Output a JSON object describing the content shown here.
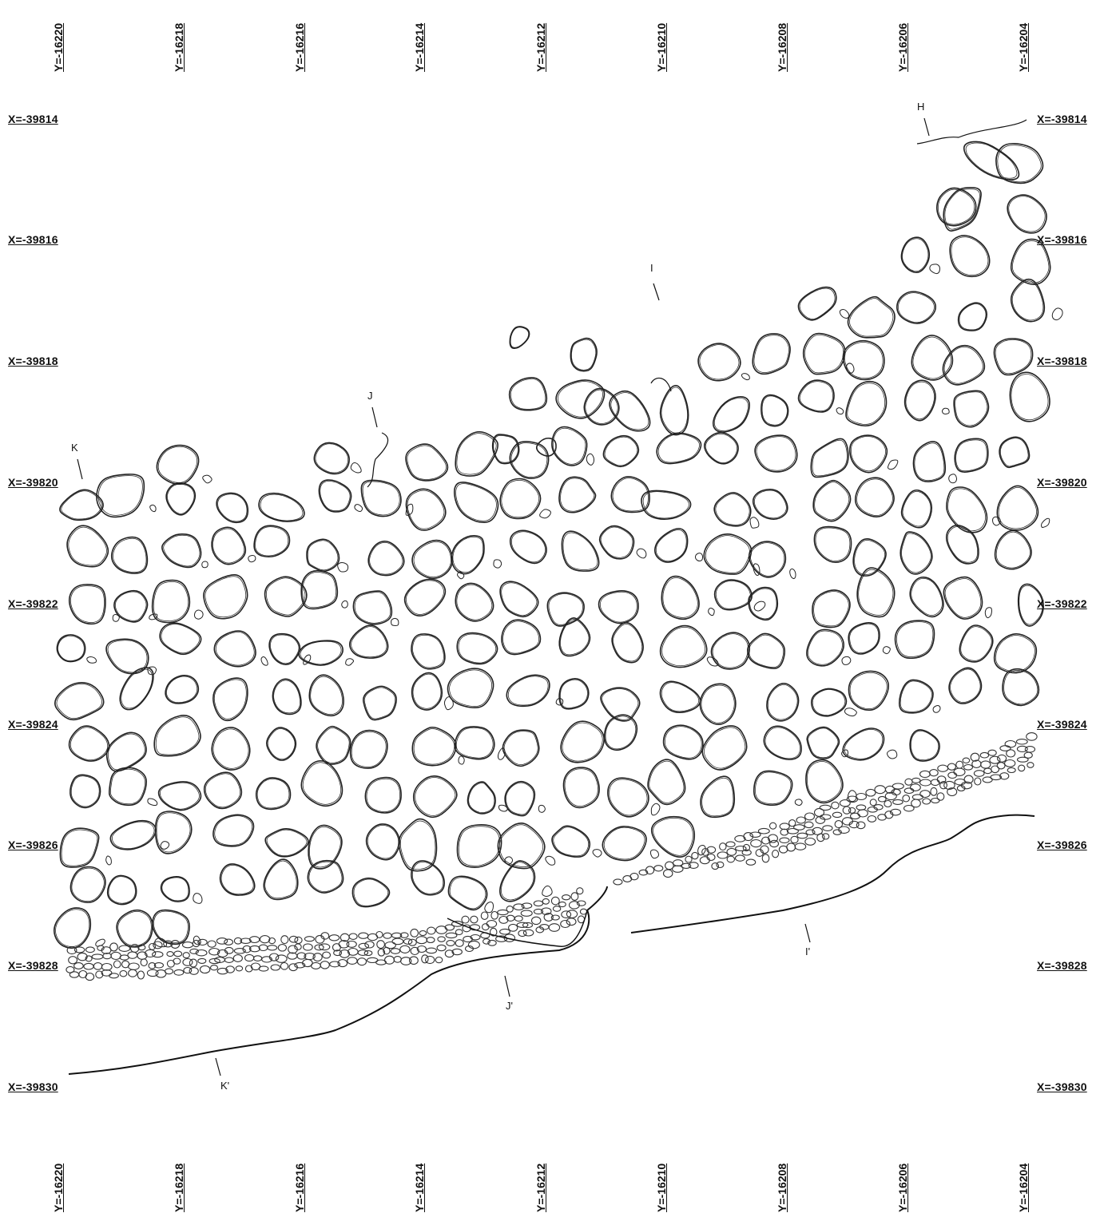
{
  "grid": {
    "x_labels": [
      "X=-39814",
      "X=-39816",
      "X=-39818",
      "X=-39820",
      "X=-39822",
      "X=-39824",
      "X=-39826",
      "X=-39828",
      "X=-39830"
    ],
    "y_labels": [
      "Y=-16220",
      "Y=-16218",
      "Y=-16216",
      "Y=-16214",
      "Y=-16212",
      "Y=-16210",
      "Y=-16208",
      "Y=-16206",
      "Y=-16204"
    ]
  },
  "section_markers": {
    "H": "H",
    "I": "I",
    "I_prime": "I'",
    "J": "J",
    "J_prime": "J'",
    "K": "K",
    "K_prime": "K'"
  }
}
